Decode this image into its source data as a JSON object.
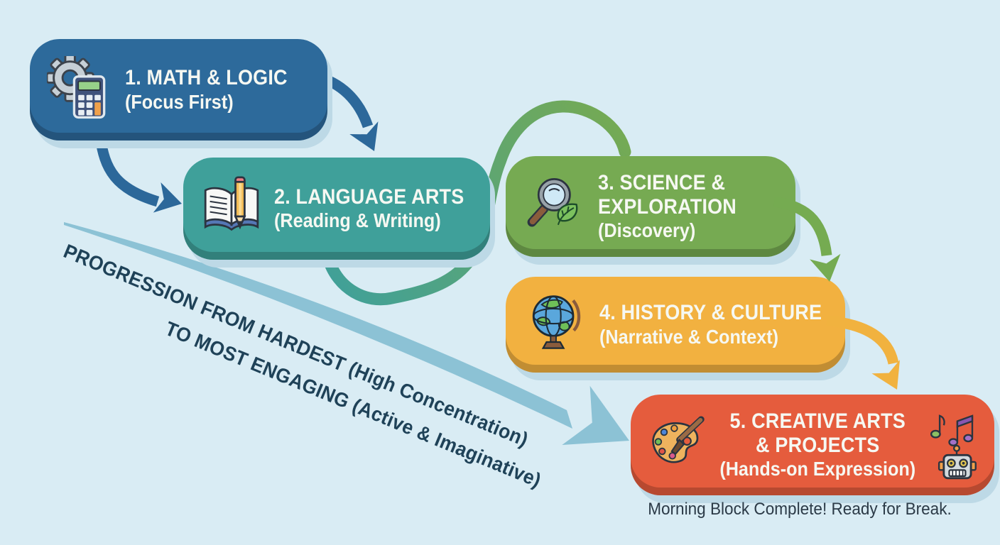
{
  "background_color": "#d9ecf4",
  "steps": [
    {
      "title": "1. MATH & LOGIC",
      "subtitle": "(Focus First)",
      "color": "#2d6a9b",
      "edge_color": "#1f5784",
      "icon": "gear-calculator-icon"
    },
    {
      "title": "2. LANGUAGE ARTS",
      "subtitle": "(Reading & Writing)",
      "color": "#3fa09a",
      "edge_color": "#2f8680",
      "icon": "book-pencil-icon"
    },
    {
      "title": "3. SCIENCE & EXPLORATION",
      "subtitle": "(Discovery)",
      "color": "#76aa52",
      "edge_color": "#5f9142",
      "icon": "magnifier-leaf-icon"
    },
    {
      "title": "4. HISTORY & CULTURE",
      "subtitle": "(Narrative & Context)",
      "color": "#f2b140",
      "edge_color": "#d6992c",
      "icon": "globe-icon"
    },
    {
      "title": "5. CREATIVE ARTS & PROJECTS",
      "subtitle": "(Hands-on Expression)",
      "color": "#e55c3d",
      "edge_color": "#c6492d",
      "icon": "palette-brush-icon",
      "icon_right": "music-notes-robot-icon"
    }
  ],
  "progression_arrow": {
    "line1": "PROGRESSION FROM HARDEST (High Concentration)",
    "line2": "TO MOST ENGAGING (Active & Imaginative)",
    "band_color": "#8cc2d5",
    "text_color": "#1f4258"
  },
  "footer": {
    "text": "Morning Block Complete! Ready for Break."
  },
  "connector_colors": {
    "blue": "#2c689a",
    "teal_to_green": [
      "#3fa09a",
      "#76aa52"
    ],
    "green": "#75ab51",
    "yellow": "#f1b23f"
  }
}
